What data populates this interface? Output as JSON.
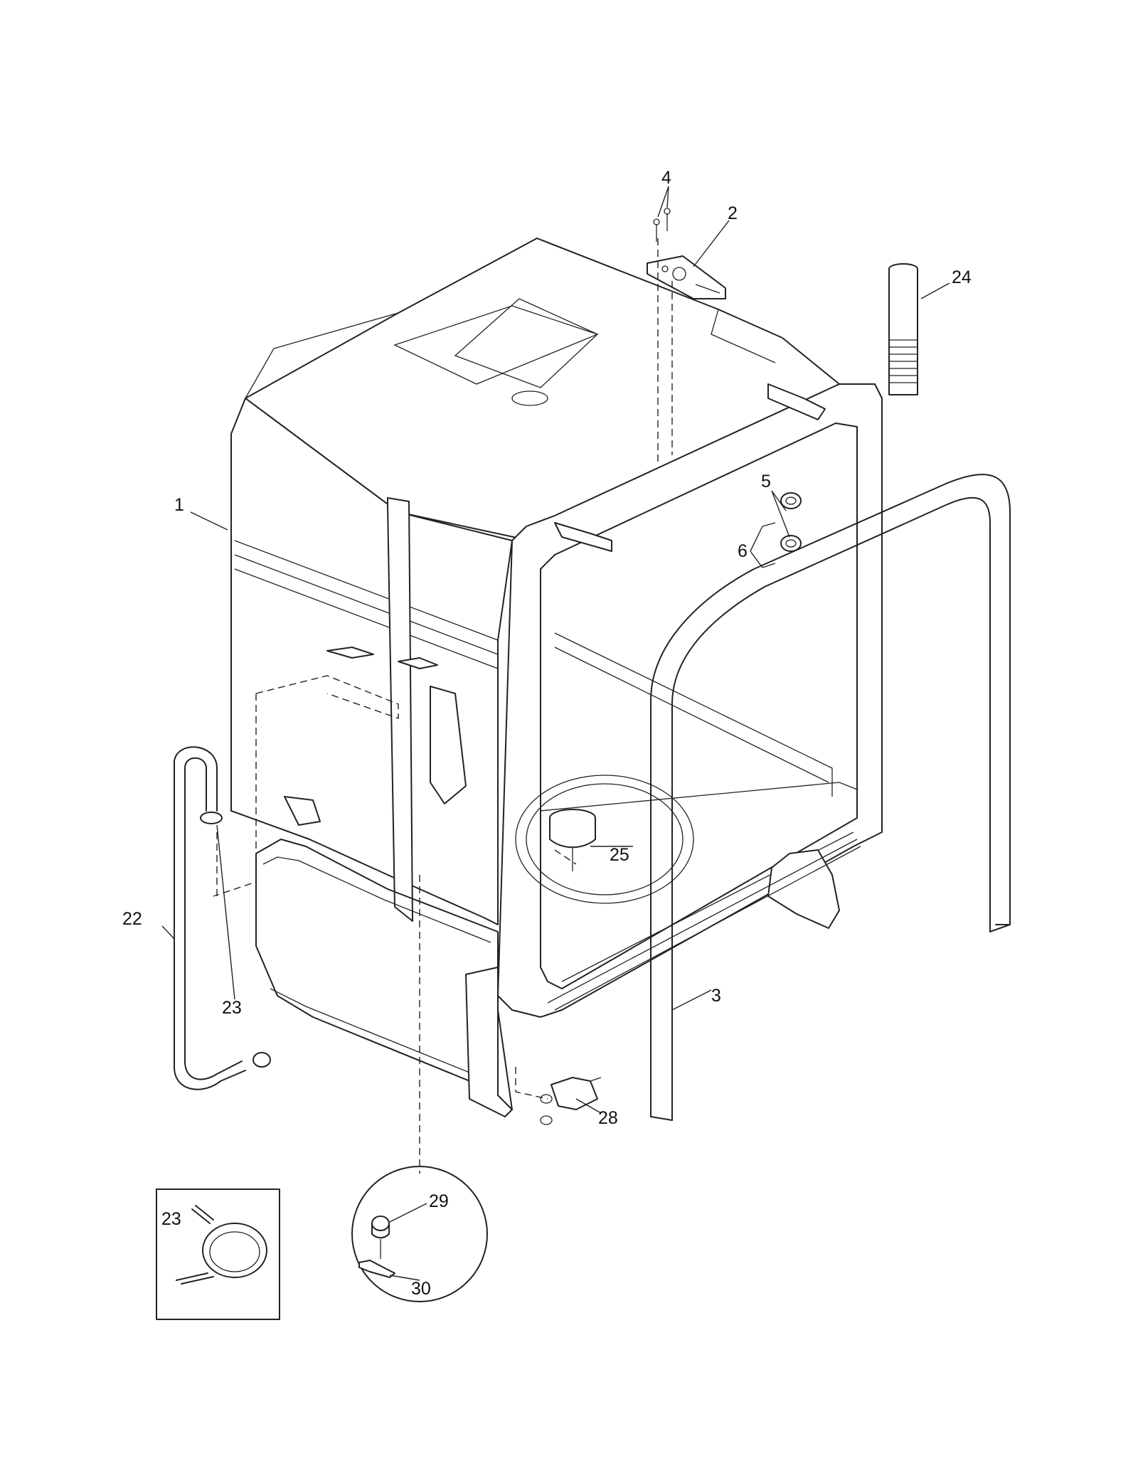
{
  "callouts": {
    "c1": "1",
    "c2": "2",
    "c3": "3",
    "c4": "4",
    "c5": "5",
    "c6": "6",
    "c22": "22",
    "c23a": "23",
    "c23b": "23",
    "c24": "24",
    "c25": "25",
    "c28": "28",
    "c29": "29",
    "c30": "30"
  },
  "colors": {
    "line": "#222222",
    "background": "#ffffff"
  }
}
